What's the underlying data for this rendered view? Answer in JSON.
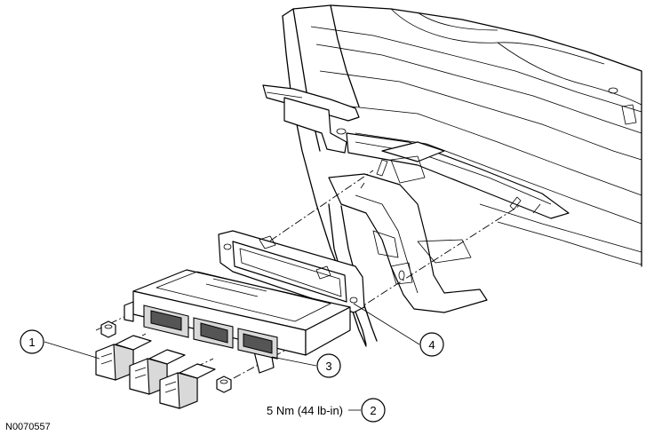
{
  "figure_id": "N0070557",
  "callouts": [
    {
      "number": "1"
    },
    {
      "number": "2",
      "text": "5 Nm (44 lb-in)"
    },
    {
      "number": "3"
    },
    {
      "number": "4"
    }
  ]
}
